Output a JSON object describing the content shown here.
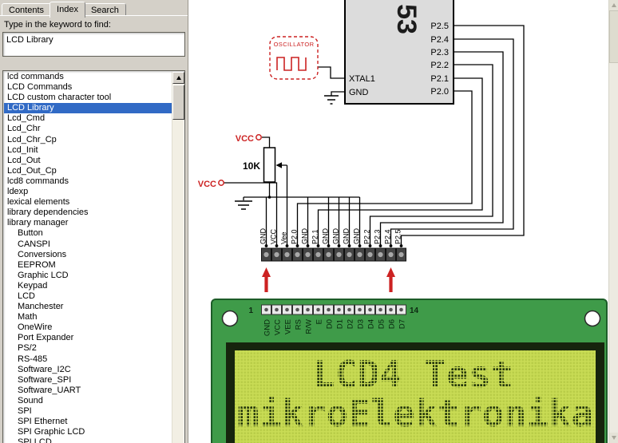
{
  "help_panel": {
    "tabs": [
      {
        "label": "Contents",
        "active": false
      },
      {
        "label": "Index",
        "active": true
      },
      {
        "label": "Search",
        "active": false
      }
    ],
    "keyword_label": "Type in the keyword to find:",
    "keyword_value": "LCD Library",
    "index_items": [
      {
        "label": "lcd commands"
      },
      {
        "label": "LCD Commands"
      },
      {
        "label": "LCD custom character tool"
      },
      {
        "label": "LCD Library",
        "selected": true
      },
      {
        "label": "Lcd_Cmd"
      },
      {
        "label": "Lcd_Chr"
      },
      {
        "label": "Lcd_Chr_Cp"
      },
      {
        "label": "Lcd_Init"
      },
      {
        "label": "Lcd_Out"
      },
      {
        "label": "Lcd_Out_Cp"
      },
      {
        "label": "lcd8 commands"
      },
      {
        "label": "ldexp"
      },
      {
        "label": "lexical elements"
      },
      {
        "label": "library dependencies"
      },
      {
        "label": "library manager"
      },
      {
        "label": "Button",
        "indent": true
      },
      {
        "label": "CANSPI",
        "indent": true
      },
      {
        "label": "Conversions",
        "indent": true
      },
      {
        "label": "EEPROM",
        "indent": true
      },
      {
        "label": "Graphic LCD",
        "indent": true
      },
      {
        "label": "Keypad",
        "indent": true
      },
      {
        "label": "LCD",
        "indent": true
      },
      {
        "label": "Manchester",
        "indent": true
      },
      {
        "label": "Math",
        "indent": true
      },
      {
        "label": "OneWire",
        "indent": true
      },
      {
        "label": "Port Expander",
        "indent": true
      },
      {
        "label": "PS/2",
        "indent": true
      },
      {
        "label": "RS-485",
        "indent": true
      },
      {
        "label": "Software_I2C",
        "indent": true
      },
      {
        "label": "Software_SPI",
        "indent": true
      },
      {
        "label": "Software_UART",
        "indent": true
      },
      {
        "label": "Sound",
        "indent": true
      },
      {
        "label": "SPI",
        "indent": true
      },
      {
        "label": "SPI Ethernet",
        "indent": true
      },
      {
        "label": "SPI Graphic LCD",
        "indent": true
      },
      {
        "label": "SPI LCD",
        "indent": true
      }
    ]
  },
  "schematic": {
    "chip": {
      "label": "53",
      "right_pins": [
        "P2.5",
        "P2.4",
        "P2.3",
        "P2.2",
        "P2.1",
        "P2.0"
      ],
      "left_pins": [
        "XTAL1",
        "GND"
      ]
    },
    "oscillator_label": "OSCILLATOR",
    "vcc_label": "VCC",
    "pot_label": "10K",
    "header_pins": [
      "GND",
      "VCC",
      "Vee",
      "P2.0",
      "GND",
      "P2.1",
      "GND",
      "GND",
      "GND",
      "GND",
      "P2.2",
      "P2.3",
      "P2.4",
      "P2.5"
    ],
    "lcd": {
      "first_pin_number": "1",
      "last_pin_number": "14",
      "pin_labels": [
        "GND",
        "VCC",
        "VEE",
        "RS",
        "R/W",
        "E",
        "D0",
        "D1",
        "D2",
        "D3",
        "D4",
        "D5",
        "D6",
        "D7"
      ],
      "display_line1": "LCD4 Test",
      "display_line2": "mikroElektronika"
    },
    "colors": {
      "accent_red": "#cc2222",
      "board_green": "#3f9b49",
      "lcd_background": "#c9dc55",
      "lcd_pixel_dim": "#b9cd48",
      "lcd_ink": "#26390c",
      "selection_blue": "#316ac5"
    }
  }
}
